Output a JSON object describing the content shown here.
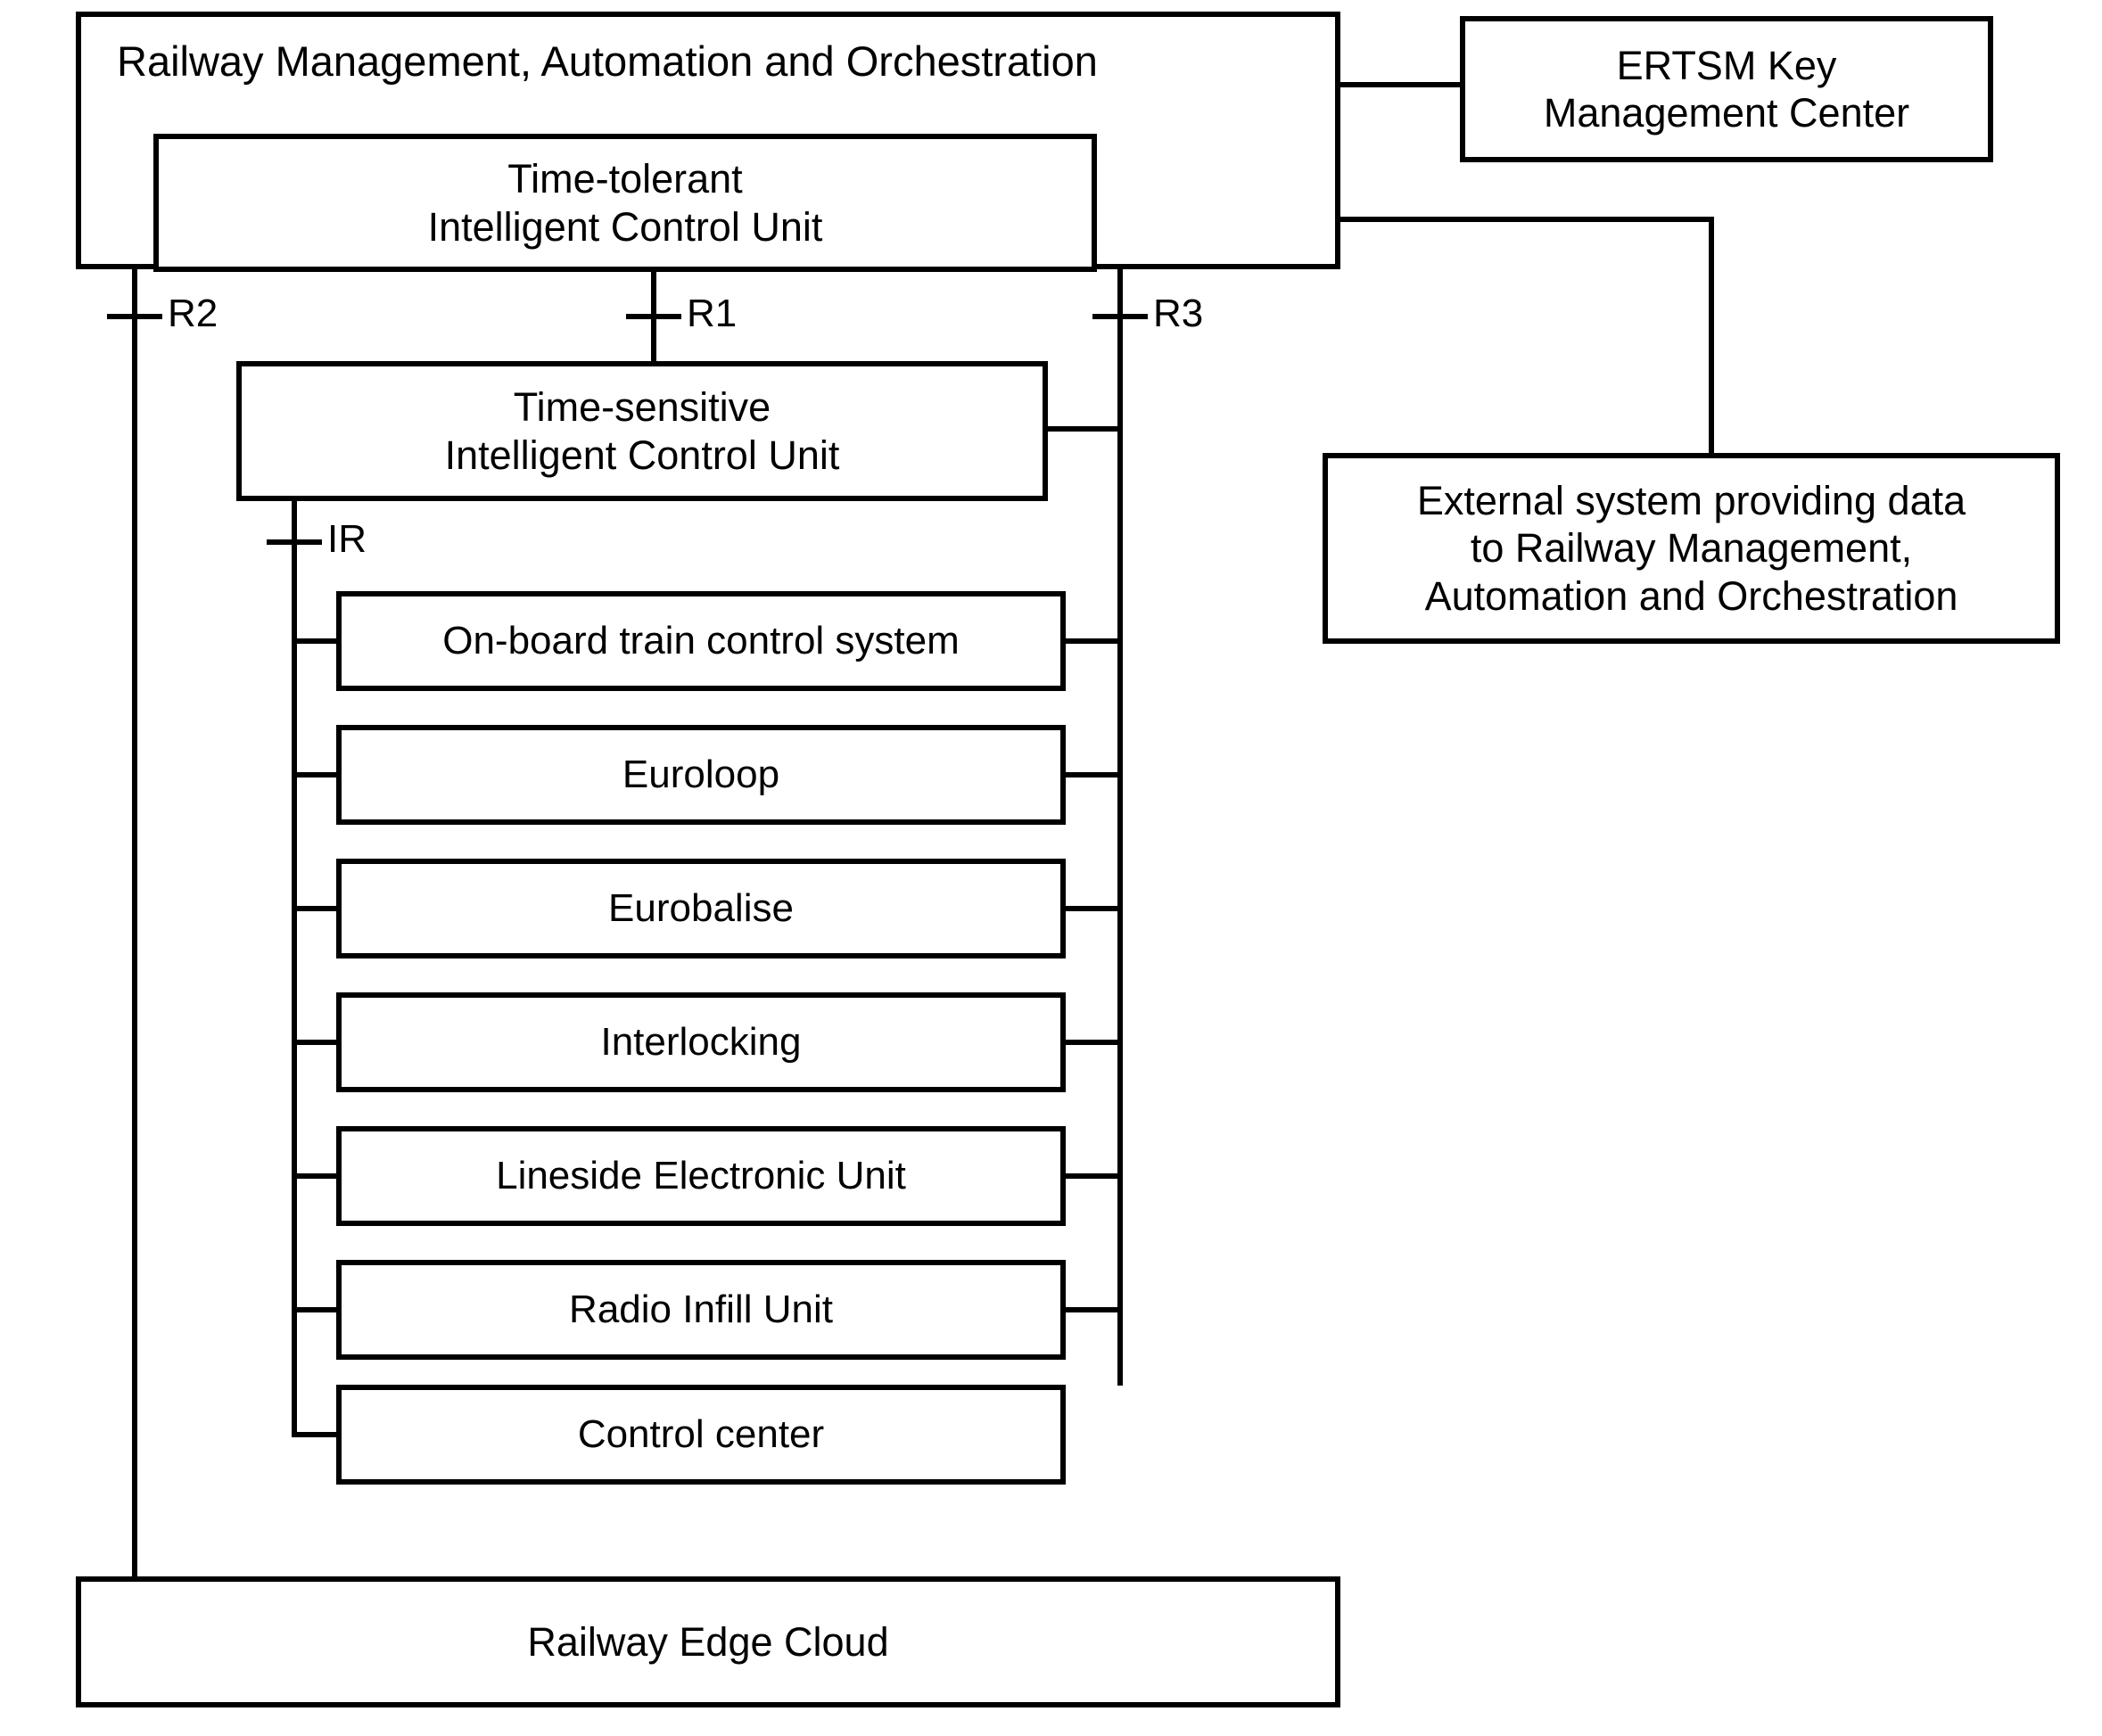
{
  "diagram": {
    "title_box": {
      "label": "Railway Management, Automation and Orchestration"
    },
    "time_tolerant_icu": {
      "label": "Time-tolerant\nIntelligent Control Unit"
    },
    "ertsm_key_management_center": {
      "label": "ERTSM Key\nManagement Center"
    },
    "time_sensitive_icu": {
      "label": "Time-sensitive\nIntelligent Control Unit"
    },
    "external_system": {
      "label": "External system providing data\nto Railway Management,\nAutomation and Orchestration"
    },
    "railway_edge_cloud": {
      "label": "Railway Edge Cloud"
    },
    "interfaces": [
      {
        "name": "R2",
        "label": "R2"
      },
      {
        "name": "R1",
        "label": "R1"
      },
      {
        "name": "R3",
        "label": "R3"
      },
      {
        "name": "IR",
        "label": "IR"
      }
    ],
    "subsystems": [
      {
        "label": "On-board train control system"
      },
      {
        "label": "Euroloop"
      },
      {
        "label": "Eurobalise"
      },
      {
        "label": "Interlocking"
      },
      {
        "label": "Lineside Electronic Unit"
      },
      {
        "label": "Radio Infill Unit"
      },
      {
        "label": "Control center"
      }
    ],
    "colors": {
      "stroke": "#000000",
      "background": "#ffffff",
      "text": "#000000"
    }
  }
}
